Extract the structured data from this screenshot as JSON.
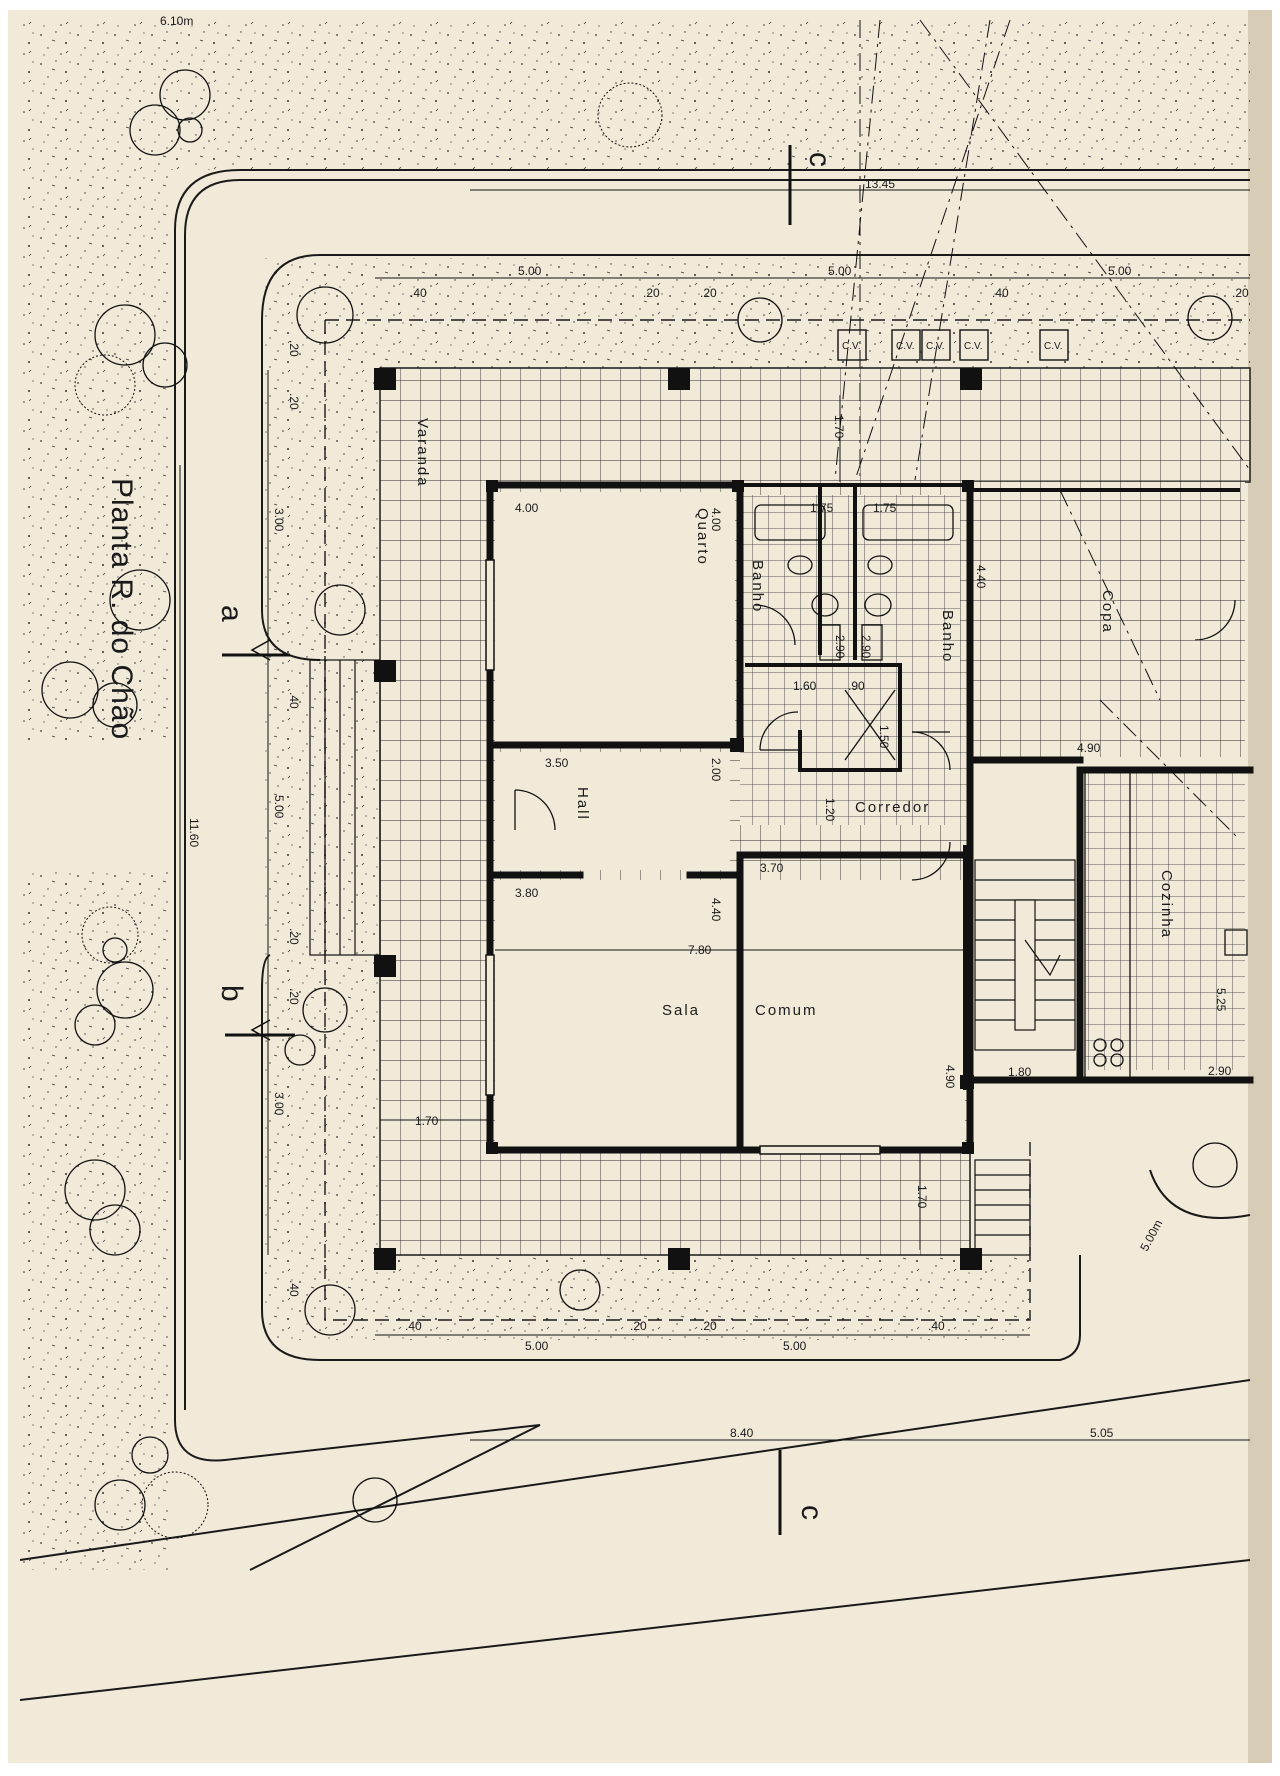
{
  "sheet": {
    "title": "Planta R. do Chão",
    "paper_color": "#f1ead9",
    "ink_color": "#1a1a1a"
  },
  "rooms": {
    "varanda": "Varanda",
    "quarto": "Quarto",
    "banho_left": "Banho",
    "banho_right": "Banho",
    "copa": "Copa",
    "hall": "Hall",
    "corredor": "Corredor",
    "cozinha": "Cozinha",
    "sala": "Sala",
    "comum": "Comum"
  },
  "section_marks": {
    "a": "a",
    "b": "b",
    "c_top": "c",
    "c_bottom": "c"
  },
  "cv_labels": [
    "C.V.",
    "C.V.",
    "C.V.",
    "C.V.",
    "C.V."
  ],
  "dimensions": {
    "top_partial": "6.10m",
    "overall_top": "13.45",
    "top_span_1": "5.00",
    "top_span_2": "5.00",
    "top_span_3": "5.00",
    "top_small_1": ".40",
    "top_small_2": ".20",
    "top_small_3": ".20",
    "top_small_4": ".40",
    "top_small_5": ".20",
    "left_small_1": ".20",
    "left_small_2": ".20",
    "left_span_1": "3.00",
    "left_small_3": ".40",
    "left_span_2": "5.00",
    "left_small_4": ".20",
    "left_small_5": ".20",
    "left_span_3": "3.00",
    "left_small_6": ".40",
    "left_overall": "11.60",
    "quarto_w": "4.00",
    "quarto_h": "4.00",
    "banho_l_w": "1.75",
    "banho_r_w": "1.75",
    "banho_l_h": "2.90",
    "banho_r_h": "2.90",
    "copa_h": "4.40",
    "hall_w": "3.50",
    "hall_h": "2.00",
    "closet_w": "1.60",
    "closet_w2": ".90",
    "closet_h": "1.50",
    "corredor_h": "1.20",
    "cozinha_w": "4.90",
    "sala_w": "3.80",
    "comum_w": "3.70",
    "sala_h": "4.40",
    "sala_total": "7.80",
    "varanda_bottom": "1.70",
    "varanda_top": "1.70",
    "stair_w": "1.80",
    "stair_h": "4.90",
    "cozinha_h": "5.25",
    "cozinha_w2": "2.90",
    "step_h": "1.70",
    "bottom_span_1": "5.00",
    "bottom_span_2": "5.00",
    "bottom_small_1": ".40",
    "bottom_small_2": ".20",
    "bottom_small_3": ".20",
    "bottom_small_4": ".40",
    "overall_bottom_1": "8.40",
    "overall_bottom_2": "5.05",
    "diag": "5.00m"
  }
}
